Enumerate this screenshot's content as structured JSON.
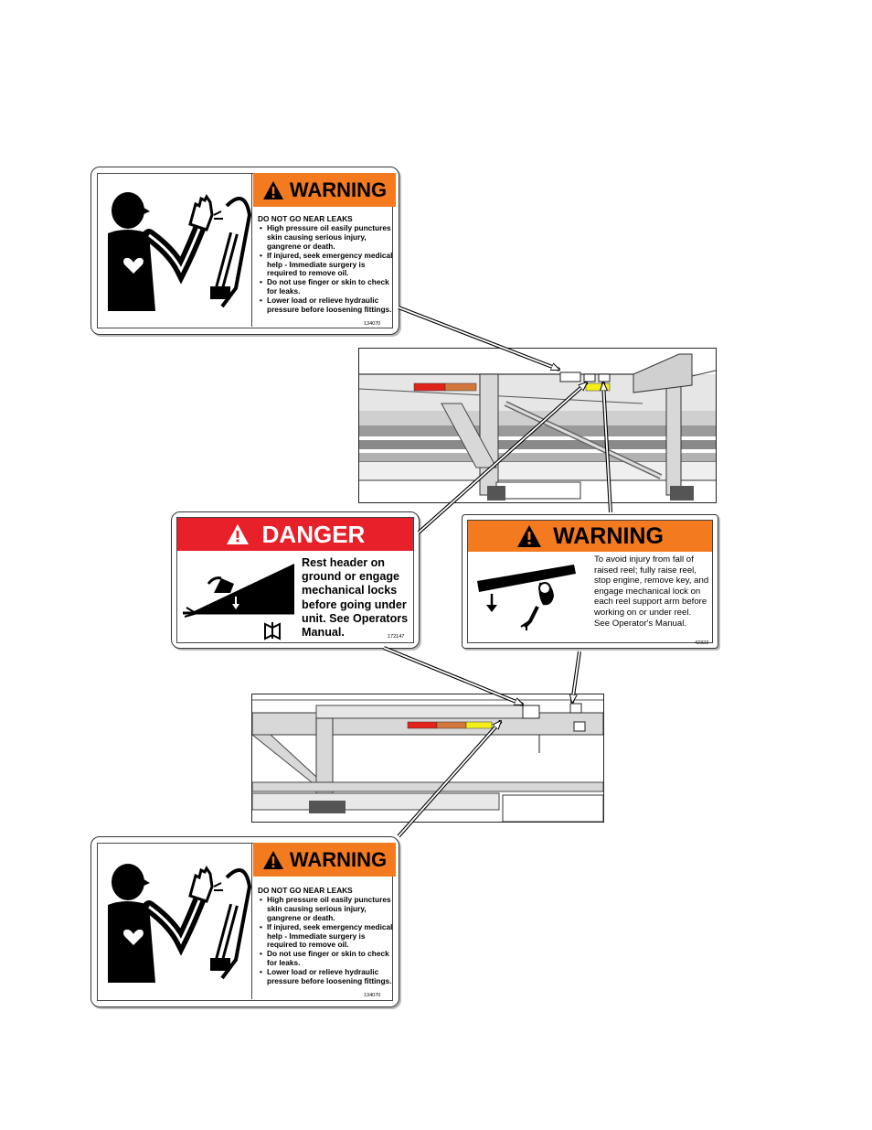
{
  "warning_leaks_top": {
    "signal_word": "WARNING",
    "heading": "DO NOT GO NEAR LEAKS",
    "bullets": [
      "High pressure oil easily punctures skin causing serious injury, gangrene or death.",
      "If injured, seek emergency medical help - Immediate surgery is required to remove oil.",
      "Do not use finger or skin to check for leaks.",
      "Lower load or relieve hydraulic pressure before loosening fittings."
    ],
    "part_number": "134070"
  },
  "danger_header": {
    "signal_word": "DANGER",
    "message": "Rest header on ground or engage mechanical locks before going under unit. See Operators Manual.",
    "part_number": "172147"
  },
  "warning_reel": {
    "signal_word": "WARNING",
    "message": "To avoid injury from fall of raised reel; fully raise reel, stop engine, remove key, and engage mechanical lock on each reel support arm before working on or under reel.",
    "manual_ref": "See Operator's Manual.",
    "part_number": "42322"
  },
  "warning_leaks_bottom": {
    "signal_word": "WARNING",
    "heading": "DO NOT GO NEAR LEAKS",
    "bullets": [
      "High pressure oil easily punctures skin causing serious injury, gangrene or death.",
      "If injured, seek emergency medical help - Immediate surgery is required to remove oil.",
      "Do not use finger or skin to check for leaks.",
      "Lower load or relieve hydraulic pressure before loosening fittings."
    ],
    "part_number": "134070"
  },
  "colors": {
    "warning_orange": "#f47a20",
    "danger_red": "#e8202a",
    "reflector_red": "#e2231a",
    "reflector_amber": "#d2783c",
    "reflector_yellow": "#f5ef19"
  }
}
